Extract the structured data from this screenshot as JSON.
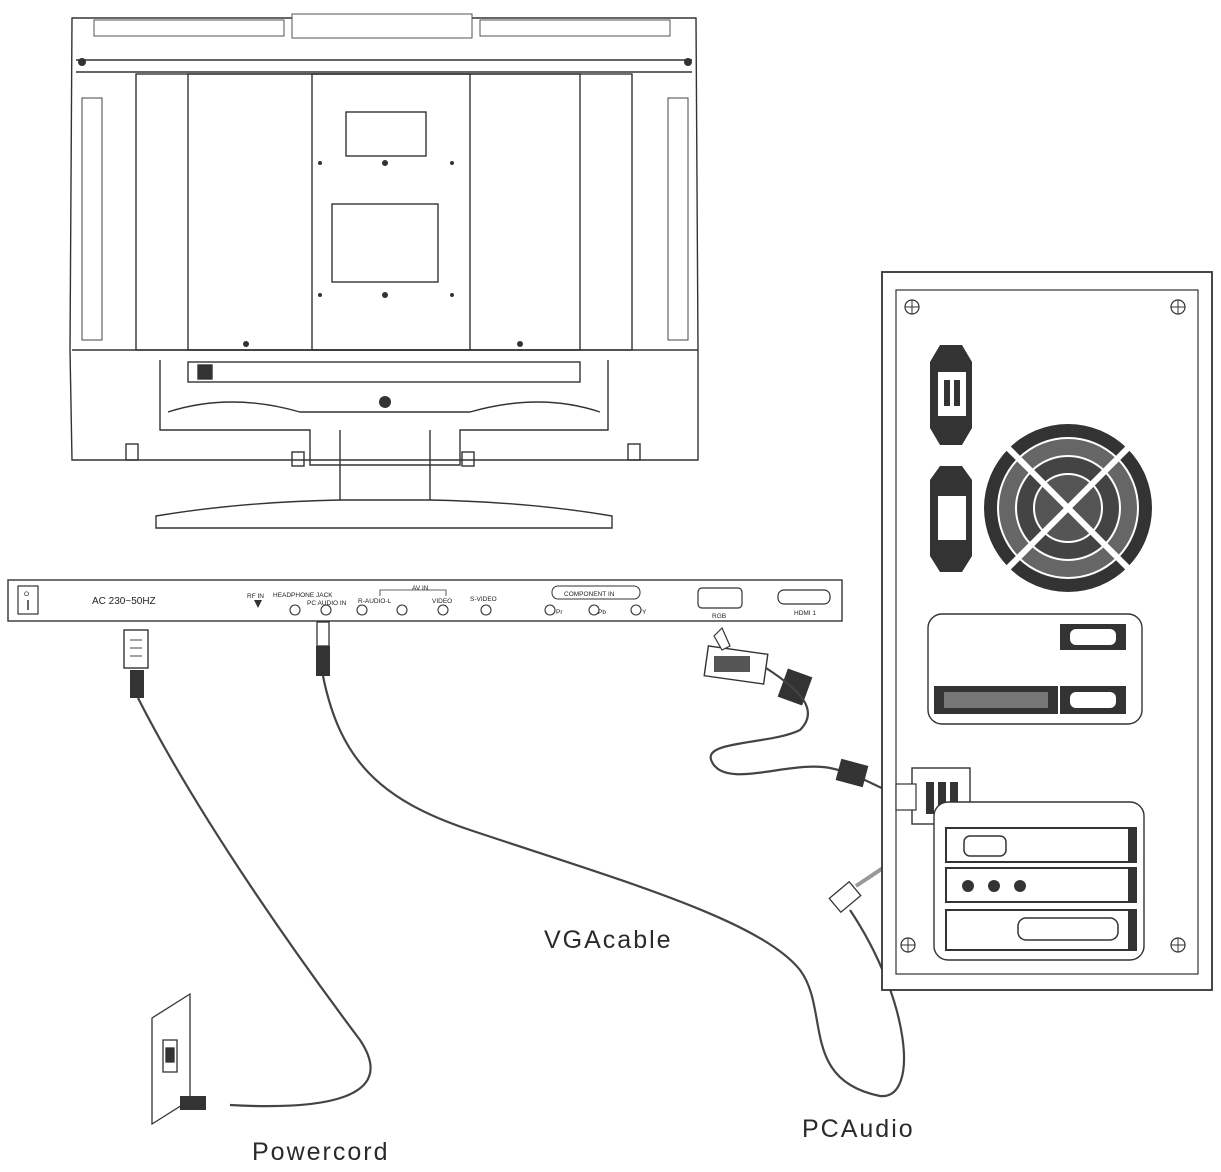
{
  "panel": {
    "ac_label": "AC 230~50HZ",
    "rf_in": "RF IN",
    "headphone_jack": "HEADPHONE JACK",
    "pc_audio_in": "PC AUDIO IN",
    "av_in": "AV IN",
    "r_audio_l": "R-AUDIO-L",
    "video": "VIDEO",
    "s_video": "S-VIDEO",
    "component_in": "COMPONENT IN",
    "pr": "Pr",
    "pb": "Pb",
    "y": "Y",
    "rgb": "RGB",
    "hdmi": "HDMI 1"
  },
  "labels": {
    "vga_cable": "VGAcable",
    "pc_audio": "PCAudio",
    "power_cord": "Powercord"
  }
}
